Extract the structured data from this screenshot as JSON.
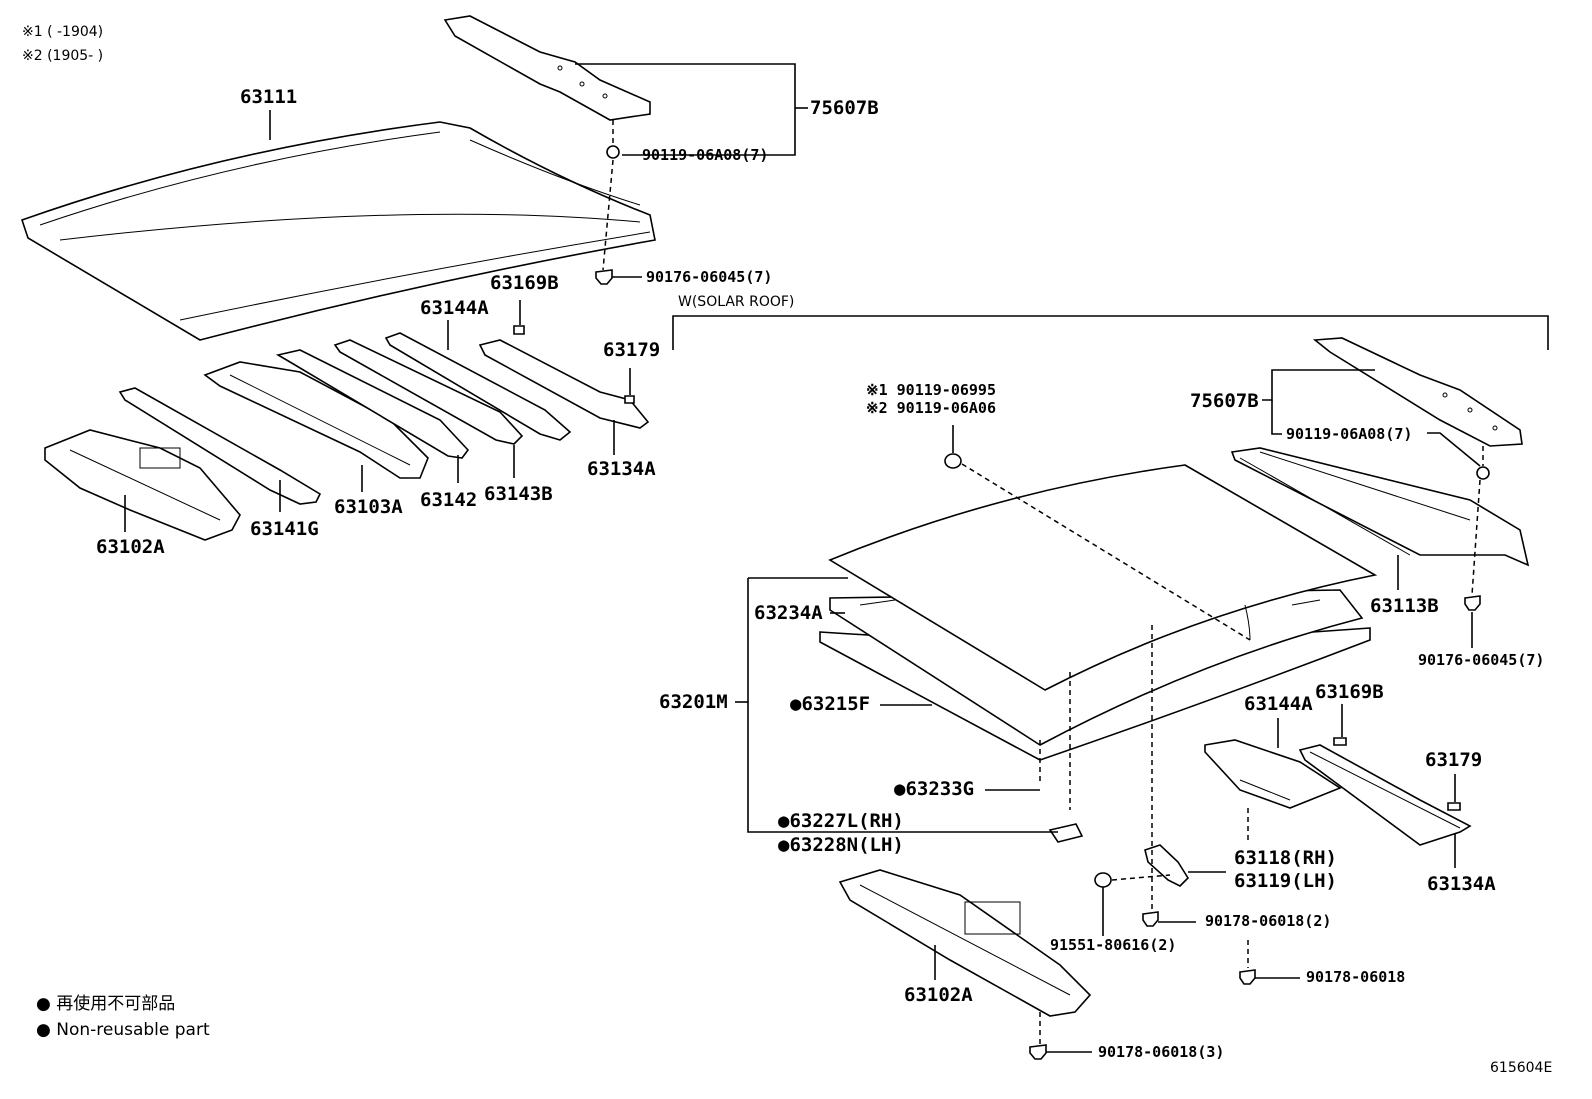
{
  "notes": {
    "note1": "※1 (      -1904)",
    "note2": "※2 (1905-      )"
  },
  "section_label": "W(SOLAR ROOF)",
  "parts": {
    "p63111": "63111",
    "p75607b_top": "75607B",
    "p90119_06a08_top": "90119-06A08(7)",
    "p90176_06045_top": "90176-06045(7)",
    "p63169b_top": "63169B",
    "p63144a_top": "63144A",
    "p63179_top": "63179",
    "p63134a_top": "63134A",
    "p63143b": "63143B",
    "p63142": "63142",
    "p63103a": "63103A",
    "p63141g": "63141G",
    "p63102a_top": "63102A",
    "p90119_06995": "※1 90119-06995",
    "p90119_06a06": "※2 90119-06A06",
    "p75607b_r": "75607B",
    "p90119_06a08_r": "90119-06A08(7)",
    "p63113b": "63113B",
    "p90176_06045_r": "90176-06045(7)",
    "p63234a": "63234A",
    "p63201m": "63201M",
    "p63215f": "●63215F",
    "p63233g": "●63233G",
    "p63227l": "●63227L(RH)",
    "p63228n": "●63228N(LH)",
    "p63144a_r": "63144A",
    "p63169b_r": "63169B",
    "p63179_r": "63179",
    "p63134a_r": "63134A",
    "p63118": "63118(RH)",
    "p63119": "63119(LH)",
    "p90178_06018_2": "90178-06018(2)",
    "p91551_80616": "91551-80616(2)",
    "p90178_06018": "90178-06018",
    "p63102a_bot": "63102A",
    "p90178_06018_3": "90178-06018(3)"
  },
  "legend": {
    "jp": "● 再使用不可部品",
    "en": "● Non-reusable part"
  },
  "figure_id": "615604E"
}
